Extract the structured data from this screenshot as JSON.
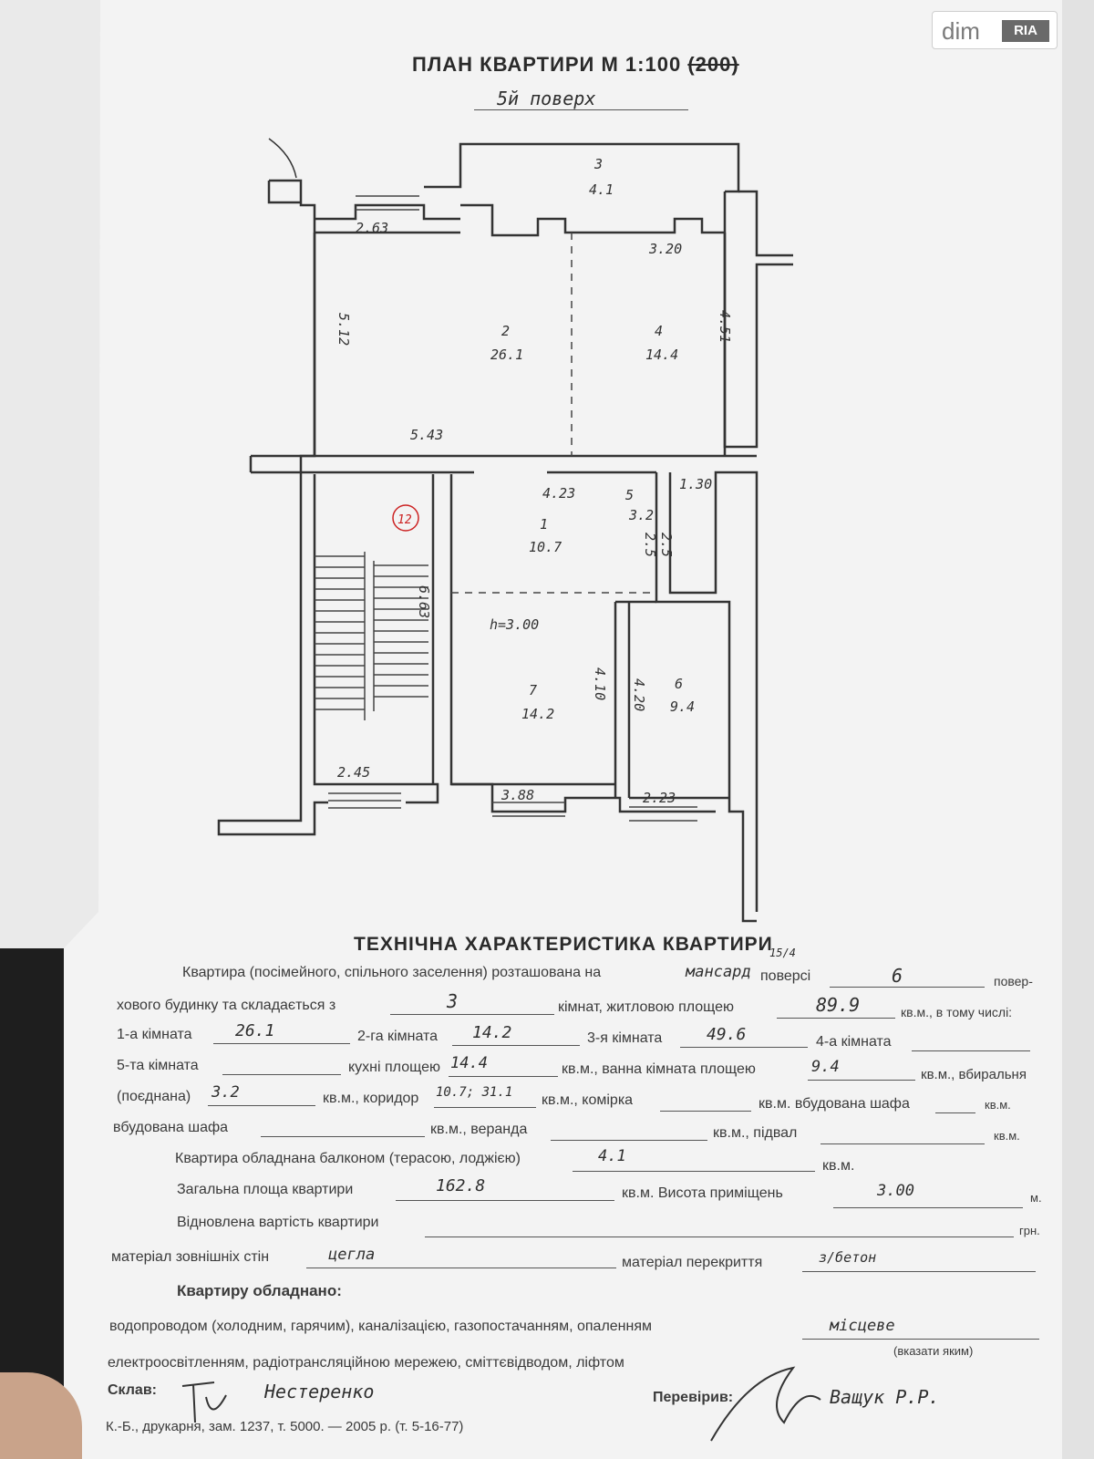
{
  "header": {
    "title": "ПЛАН КВАРТИРИ М 1:100",
    "title_struck": "(200)",
    "floor_hand": "5й поверх"
  },
  "watermark": {
    "left": "dim",
    "right": "RIA"
  },
  "plan": {
    "rooms": [
      {
        "num": "3",
        "area": "4.1"
      },
      {
        "num": "2",
        "area": "26.1"
      },
      {
        "num": "4",
        "area": "14.4"
      },
      {
        "num": "1",
        "area": "10.7"
      },
      {
        "num": "5",
        "area": "3.2"
      },
      {
        "num": "7",
        "area": "14.2"
      },
      {
        "num": "6",
        "area": "9.4"
      }
    ],
    "dims": {
      "d_263": "2.63",
      "d_320": "3.20",
      "d_512": "5.12",
      "d_451": "4.51",
      "d_543": "5.43",
      "d_423": "4.23",
      "d_130": "1.30",
      "d_252": "2.5",
      "d_25": "2.5",
      "d_663": "6.63",
      "d_410": "4.10",
      "d_420": "4.20",
      "d_245": "2.45",
      "d_388": "3.88",
      "d_223": "2.23"
    },
    "height": "h=3.00",
    "stair_mark": "12"
  },
  "tech": {
    "title": "ТЕХНІЧНА ХАРАКТЕРИСТИКА КВАРТИРИ",
    "l1_a": "Квартира (посімейного, спільного заселення) розташована на",
    "l1_hand_floor": "мансард",
    "l1_hand_sup": "15/4",
    "l1_b": "поверсі",
    "l1_hand_storeys": "6",
    "l1_c": "повер-",
    "l2_a": "хового будинку та складається з",
    "l2_hand_rooms": "3",
    "l2_b": "кімнат, житловою площею",
    "l2_hand_living": "89.9",
    "l2_c": "кв.м., в тому числі:",
    "l3_a": "1-а кімната",
    "l3_h1": "26.1",
    "l3_b": "2-га кімната",
    "l3_h2": "14.2",
    "l3_c": "3-я кімната",
    "l3_h3": "49.6",
    "l3_d": "4-а кімната",
    "l4_a": "5-та кімната",
    "l4_b": "кухні площею",
    "l4_h_kitchen": "14.4",
    "l4_c": "кв.м., ванна кімната площею",
    "l4_h_bath": "9.4",
    "l4_d": "кв.м., вбиральня",
    "l5_a": "(поєднана)",
    "l5_h_wc": "3.2",
    "l5_b": "кв.м., коридор",
    "l5_h_corr": "10.7; 31.1",
    "l5_c": "кв.м., комірка",
    "l5_d": "кв.м. вбудована шафа",
    "l5_e": "кв.м.",
    "l6_a": "вбудована шафа",
    "l6_b": "кв.м., веранда",
    "l6_c": "кв.м., підвал",
    "l6_d": "кв.м.",
    "l7_a": "Квартира обладнана балконом (терасою, лоджією)",
    "l7_h": "4.1",
    "l7_b": "кв.м.",
    "l8_a": "Загальна площа квартири",
    "l8_h": "162.8",
    "l8_b": "кв.м. Висота приміщень",
    "l8_h2": "3.00",
    "l8_c": "м.",
    "l9_a": "Відновлена вартість квартири",
    "l9_b": "грн.",
    "l10_a": "матеріал зовнішніх стін",
    "l10_h": "цегла",
    "l10_b": "матеріал перекриття",
    "l10_h2": "з/бетон",
    "l11": "Квартиру обладнано:",
    "l12_a": "водопроводом (холодним, гарячим), каналізацією, газопостачанням, опаленням",
    "l12_h": "місцеве",
    "l12_note": "(вказати яким)",
    "l13": "електроосвітленням, радіотрансляційною мережею, сміттєвідводом, ліфтом",
    "l14_a": "Склав:",
    "l14_h": "Нестеренко",
    "l14_b": "Перевірив:",
    "l14_h2": "Ващук Р.Р.",
    "l15": "К.-Б., друкарня, зам. 1237, т. 5000. — 2005 р. (т. 5-16-77)"
  }
}
